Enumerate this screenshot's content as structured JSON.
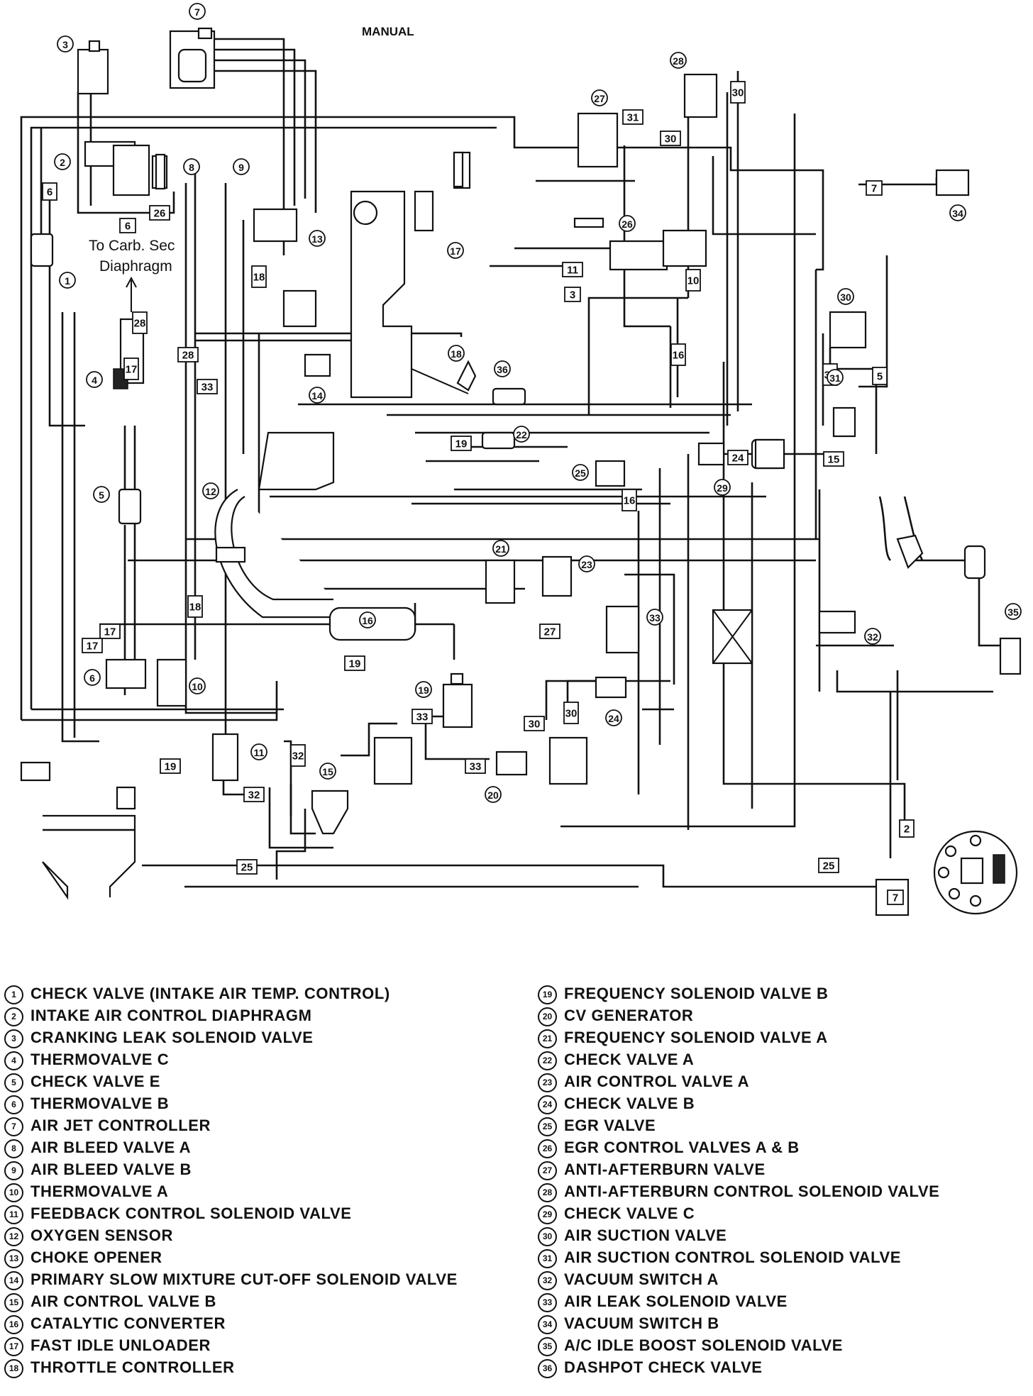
{
  "diagram": {
    "title": "MANUAL",
    "note": "To Carb. Sec\nDiaphragm",
    "hose_tags": [
      {
        "id": "h6a",
        "text": "6"
      },
      {
        "id": "h6b",
        "text": "6"
      },
      {
        "id": "h6c",
        "text": "6"
      },
      {
        "id": "h7a",
        "text": "7"
      },
      {
        "id": "h7b",
        "text": "7"
      },
      {
        "id": "h11",
        "text": "11"
      },
      {
        "id": "h3",
        "text": "3"
      },
      {
        "id": "h10",
        "text": "10"
      },
      {
        "id": "h16a",
        "text": "16"
      },
      {
        "id": "h16b",
        "text": "16"
      },
      {
        "id": "h5",
        "text": "5"
      },
      {
        "id": "h15",
        "text": "15"
      },
      {
        "id": "h24",
        "text": "24"
      },
      {
        "id": "h19a",
        "text": "19"
      },
      {
        "id": "h19b",
        "text": "19"
      },
      {
        "id": "h19c",
        "text": "19"
      },
      {
        "id": "h26",
        "text": "26"
      },
      {
        "id": "h28a",
        "text": "28"
      },
      {
        "id": "h28b",
        "text": "28"
      },
      {
        "id": "h18a",
        "text": "18"
      },
      {
        "id": "h18b",
        "text": "18"
      },
      {
        "id": "h33a",
        "text": "33"
      },
      {
        "id": "h33b",
        "text": "33"
      },
      {
        "id": "h33c",
        "text": "33"
      },
      {
        "id": "h31a",
        "text": "31"
      },
      {
        "id": "h31b",
        "text": "31"
      },
      {
        "id": "h30a",
        "text": "30"
      },
      {
        "id": "h30b",
        "text": "30"
      },
      {
        "id": "h30c",
        "text": "30"
      },
      {
        "id": "h30d",
        "text": "30"
      },
      {
        "id": "h17a",
        "text": "17"
      },
      {
        "id": "h17b",
        "text": "17"
      },
      {
        "id": "h17c",
        "text": "17"
      },
      {
        "id": "h27",
        "text": "27"
      },
      {
        "id": "h32a",
        "text": "32"
      },
      {
        "id": "h32b",
        "text": "32"
      },
      {
        "id": "h25a",
        "text": "25"
      },
      {
        "id": "h25b",
        "text": "25"
      },
      {
        "id": "h2",
        "text": "2"
      }
    ],
    "callouts": [
      {
        "id": "c1",
        "text": "1"
      },
      {
        "id": "c2",
        "text": "2"
      },
      {
        "id": "c3",
        "text": "3"
      },
      {
        "id": "c4",
        "text": "4"
      },
      {
        "id": "c5",
        "text": "5"
      },
      {
        "id": "c6",
        "text": "6"
      },
      {
        "id": "c7",
        "text": "7"
      },
      {
        "id": "c8",
        "text": "8"
      },
      {
        "id": "c9",
        "text": "9"
      },
      {
        "id": "c10",
        "text": "10"
      },
      {
        "id": "c11",
        "text": "11"
      },
      {
        "id": "c12",
        "text": "12"
      },
      {
        "id": "c13",
        "text": "13"
      },
      {
        "id": "c14",
        "text": "14"
      },
      {
        "id": "c15",
        "text": "15"
      },
      {
        "id": "c16",
        "text": "16"
      },
      {
        "id": "c17",
        "text": "17"
      },
      {
        "id": "c18",
        "text": "18"
      },
      {
        "id": "c19",
        "text": "19"
      },
      {
        "id": "c20",
        "text": "20"
      },
      {
        "id": "c21",
        "text": "21"
      },
      {
        "id": "c22",
        "text": "22"
      },
      {
        "id": "c23",
        "text": "23"
      },
      {
        "id": "c24",
        "text": "24"
      },
      {
        "id": "c25",
        "text": "25"
      },
      {
        "id": "c26",
        "text": "26"
      },
      {
        "id": "c27",
        "text": "27"
      },
      {
        "id": "c28",
        "text": "28"
      },
      {
        "id": "c29",
        "text": "29"
      },
      {
        "id": "c30",
        "text": "30"
      },
      {
        "id": "c31",
        "text": "31"
      },
      {
        "id": "c32",
        "text": "32"
      },
      {
        "id": "c33",
        "text": "33"
      },
      {
        "id": "c34",
        "text": "34"
      },
      {
        "id": "c35",
        "text": "35"
      },
      {
        "id": "c36",
        "text": "36"
      }
    ]
  },
  "legend": {
    "left": [
      {
        "num": "1",
        "label": "CHECK VALVE (INTAKE AIR TEMP. CONTROL)"
      },
      {
        "num": "2",
        "label": "INTAKE AIR CONTROL DIAPHRAGM"
      },
      {
        "num": "3",
        "label": "CRANKING LEAK SOLENOID VALVE"
      },
      {
        "num": "4",
        "label": "THERMOVALVE C"
      },
      {
        "num": "5",
        "label": "CHECK VALVE E"
      },
      {
        "num": "6",
        "label": "THERMOVALVE B"
      },
      {
        "num": "7",
        "label": "AIR JET CONTROLLER"
      },
      {
        "num": "8",
        "label": "AIR BLEED VALVE A"
      },
      {
        "num": "9",
        "label": "AIR BLEED VALVE B"
      },
      {
        "num": "10",
        "label": "THERMOVALVE A"
      },
      {
        "num": "11",
        "label": "FEEDBACK CONTROL SOLENOID VALVE"
      },
      {
        "num": "12",
        "label": "OXYGEN SENSOR"
      },
      {
        "num": "13",
        "label": "CHOKE OPENER"
      },
      {
        "num": "14",
        "label": "PRIMARY SLOW MIXTURE CUT-OFF SOLENOID VALVE"
      },
      {
        "num": "15",
        "label": "AIR CONTROL VALVE B"
      },
      {
        "num": "16",
        "label": "CATALYTIC CONVERTER"
      },
      {
        "num": "17",
        "label": "FAST IDLE UNLOADER"
      },
      {
        "num": "18",
        "label": "THROTTLE CONTROLLER"
      }
    ],
    "right": [
      {
        "num": "19",
        "label": "FREQUENCY SOLENOID VALVE B"
      },
      {
        "num": "20",
        "label": "CV GENERATOR"
      },
      {
        "num": "21",
        "label": "FREQUENCY SOLENOID VALVE A"
      },
      {
        "num": "22",
        "label": "CHECK VALVE A"
      },
      {
        "num": "23",
        "label": "AIR CONTROL VALVE A"
      },
      {
        "num": "24",
        "label": "CHECK VALVE B"
      },
      {
        "num": "25",
        "label": "EGR VALVE"
      },
      {
        "num": "26",
        "label": "EGR CONTROL VALVES A & B"
      },
      {
        "num": "27",
        "label": "ANTI-AFTERBURN VALVE"
      },
      {
        "num": "28",
        "label": "ANTI-AFTERBURN CONTROL SOLENOID VALVE"
      },
      {
        "num": "29",
        "label": "CHECK VALVE C"
      },
      {
        "num": "30",
        "label": "AIR SUCTION VALVE"
      },
      {
        "num": "31",
        "label": "AIR SUCTION CONTROL SOLENOID VALVE"
      },
      {
        "num": "32",
        "label": "VACUUM SWITCH A"
      },
      {
        "num": "33",
        "label": "AIR LEAK SOLENOID VALVE"
      },
      {
        "num": "34",
        "label": "VACUUM SWITCH B"
      },
      {
        "num": "35",
        "label": "A/C IDLE BOOST SOLENOID VALVE"
      },
      {
        "num": "36",
        "label": "DASHPOT CHECK VALVE"
      }
    ]
  }
}
